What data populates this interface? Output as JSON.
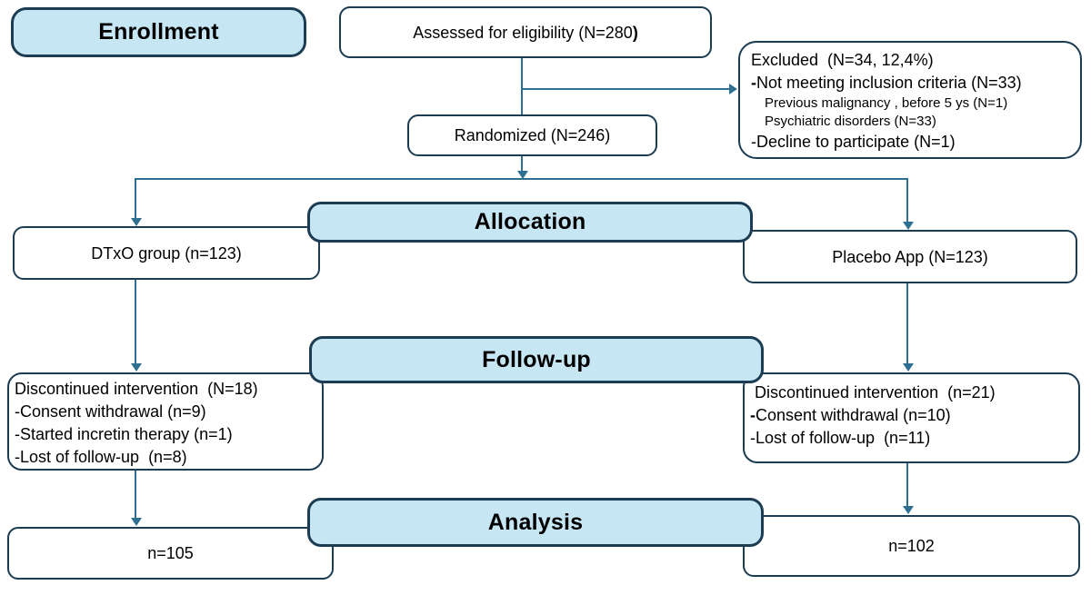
{
  "colors": {
    "bar_fill": "#c7e6f4",
    "node_border": "#1b3c52",
    "connector": "#2d6e91",
    "text": "#000000",
    "background": "#ffffff"
  },
  "stages": {
    "enrollment": "Enrollment",
    "allocation": "Allocation",
    "followup": "Follow-up",
    "analysis": "Analysis"
  },
  "nodes": {
    "assessed": {
      "label": "Assessed for eligibility (N=280",
      "label_close": ")"
    },
    "randomized": {
      "label": "Randomized (N=246)"
    },
    "excluded": {
      "title": "Excluded  (N=34, 12,4%)",
      "item1_dash": "-",
      "item1": "Not meeting inclusion criteria (N=33)",
      "sub1": "Previous malignancy , before 5 ys (N=1)",
      "sub2": "Psychiatric disorders (N=33)",
      "item2": "-Decline to participate (N=1)"
    },
    "dtxo": {
      "label": "DTxO group (n=123)"
    },
    "placebo": {
      "label": "Placebo App (N=123)"
    },
    "discontinued_left": {
      "title": "Discontinued intervention  (N=18)",
      "item1": "-Consent withdrawal (n=9)",
      "item2": "-Started incretin therapy (n=1)",
      "item3": "-Lost of follow-up  (n=8)"
    },
    "discontinued_right": {
      "title": " Discontinued intervention  (n=21)",
      "item1_dash": "-",
      "item1": "Consent withdrawal (n=10)",
      "item2": "-Lost of follow-up  (n=11)"
    },
    "analyzed_left": {
      "label": "n=105"
    },
    "analyzed_right": {
      "label": "n=102"
    }
  }
}
